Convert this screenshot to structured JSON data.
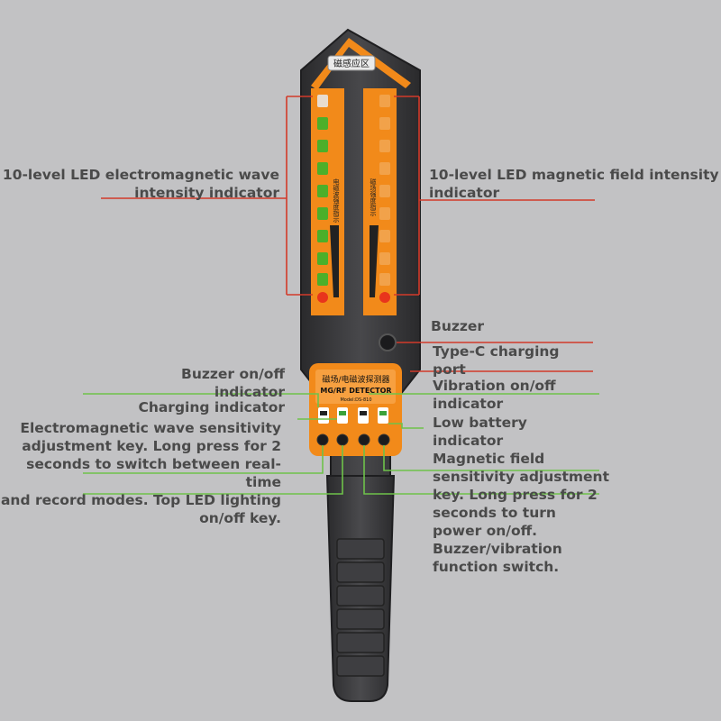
{
  "device": {
    "top_label": "磁感应区",
    "panel_title_cn": "磁场/电磁波探测器",
    "panel_title_en": "MG/RF DETECTOR",
    "model": "Model:DS-810",
    "strip_text_left": "电磁波强度指示",
    "strip_text_right": "磁场强度指示",
    "body_color": "#3a3a3c",
    "accent_color": "#f28a1a"
  },
  "labels": {
    "em_wave_indicator": "10-level LED electromagnetic wave\nintensity indicator",
    "magnetic_indicator": "10-level LED magnetic field intensity\nindicator",
    "buzzer": "Buzzer",
    "type_c": "Type-C charging\nport",
    "buzzer_onoff": "Buzzer on/off\nindicator",
    "vibration_onoff": "Vibration on/off\nindicator",
    "charging": "Charging indicator",
    "low_battery": "Low battery\nindicator",
    "em_key": "Electromagnetic wave sensitivity\nadjustment key. Long press for 2\nseconds to switch between real-time\nand record modes. Top LED lighting\non/off key.",
    "mag_key": "Magnetic field\nsensitivity adjustment\nkey. Long press for 2\nseconds to turn\npower on/off.\nBuzzer/vibration\nfunction switch."
  }
}
